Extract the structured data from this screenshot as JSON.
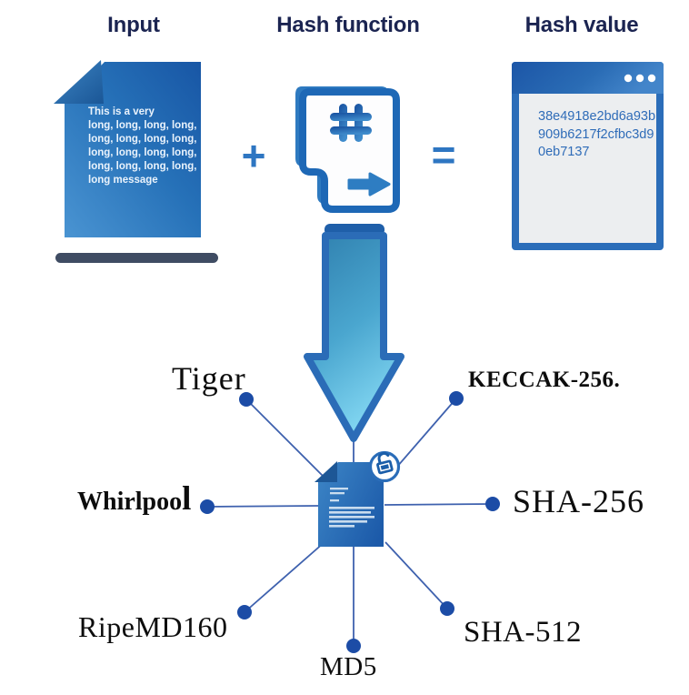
{
  "diagram": {
    "titles": {
      "input": "Input",
      "hash_function": "Hash function",
      "hash_value": "Hash value"
    },
    "operators": {
      "plus": "+",
      "equals": "="
    },
    "input_document": {
      "text": "This is a very\nlong, long, long, long,\nlong, long, long, long,\nlong, long, long, long,\nlong, long, long, long,\nlong message"
    },
    "hash_value_window": {
      "hash_text": "38e4918e2bd6a93b\n909b6217f2cfbc3d9\n0eb7137"
    },
    "algorithms": {
      "tiger": "Tiger",
      "keccak": "KECCAK-256.",
      "whirlpool_main": "Whirlpoo",
      "whirlpool_last": "l",
      "sha256": "SHA-256",
      "ripemd160": "RipeMD160",
      "md5": "MD5",
      "sha512": "SHA-512"
    },
    "icons": {
      "hash_function": "document-with-hash-and-arrow",
      "window_menu": "three-dots",
      "center": "document-with-open-padlock",
      "flow": "big-down-arrow"
    },
    "colors": {
      "title_navy": "#1b2451",
      "accent_blue": "#2e76c2",
      "doc_light": "#4a94d2",
      "doc_dark": "#1856a5",
      "window_frame": "#2b6db9",
      "window_body": "#eceef0",
      "hash_text_blue": "#2f6cb8",
      "line_blue": "#3e61ae",
      "node_blue": "#1c4ca6",
      "arrow_fill_light": "#7fd4f0",
      "arrow_fill_dark": "#2f7fae",
      "underline_bar": "#3f4c63",
      "label_black": "#0d0d0d"
    }
  }
}
